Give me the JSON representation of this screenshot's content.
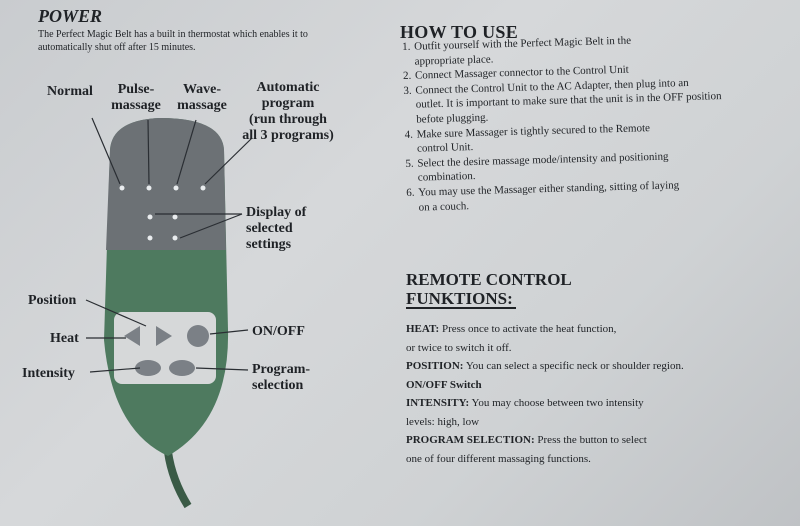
{
  "power": {
    "title": "POWER",
    "text": "The Perfect Magic Belt has a built in thermostat which enables it to automatically shut off after 15 minutes."
  },
  "diagram": {
    "labels": {
      "normal": "Normal",
      "pulse": "Pulse-\nmassage",
      "wave": "Wave-\nmassage",
      "auto": "Automatic\nprogram\n(run through\nall 3 programs)",
      "display": "Display of\nselected\nsettings",
      "position": "Position",
      "heat": "Heat",
      "onoff": "ON/OFF",
      "intensity": "Intensity",
      "program": "Program-\nselection"
    },
    "colors": {
      "remote_top": "#6f7478",
      "remote_body": "#4e7a5f",
      "panel": "#d9dadb",
      "button": "#7b8086"
    }
  },
  "how_to_use": {
    "title": "HOW TO USE",
    "steps": [
      {
        "num": "1.",
        "text": "Outfit yourself with the Perfect Magic Belt in the",
        "cont": "appropriate place."
      },
      {
        "num": "2.",
        "text": "Connect Massager connector to the Control Unit",
        "cont": ""
      },
      {
        "num": "3.",
        "text": "Connect the Control Unit to the AC Adapter, then plug into an",
        "cont": "outlet. It is important to make sure that the unit is in the OFF position befote plugging."
      },
      {
        "num": "4.",
        "text": "Make sure Massager is tightly secured to the Remote",
        "cont": "control Unit."
      },
      {
        "num": "5.",
        "text": "Select the desire massage mode/intensity and positioning",
        "cont": "combination."
      },
      {
        "num": "6.",
        "text": "You may use the Massager either standing, sitting of laying",
        "cont": "on a couch."
      }
    ]
  },
  "remote_control": {
    "title_line1": "REMOTE CONTROL",
    "title_line2": "FUNKTIONS:",
    "heat_label": "HEAT:",
    "heat_text": "Press once to activate the heat function,",
    "heat_text2": "or twice to switch it off.",
    "position_label": "POSITION:",
    "position_text": "You can select a specific neck or shoulder region.",
    "onoff_label": "ON/OFF Switch",
    "intensity_label": "INTENSITY:",
    "intensity_text": "You may choose between two intensity",
    "intensity_text2": "levels: high, low",
    "program_label": "PROGRAM SELECTION:",
    "program_text": "Press the button to select",
    "program_text2": "one of four different massaging functions."
  }
}
